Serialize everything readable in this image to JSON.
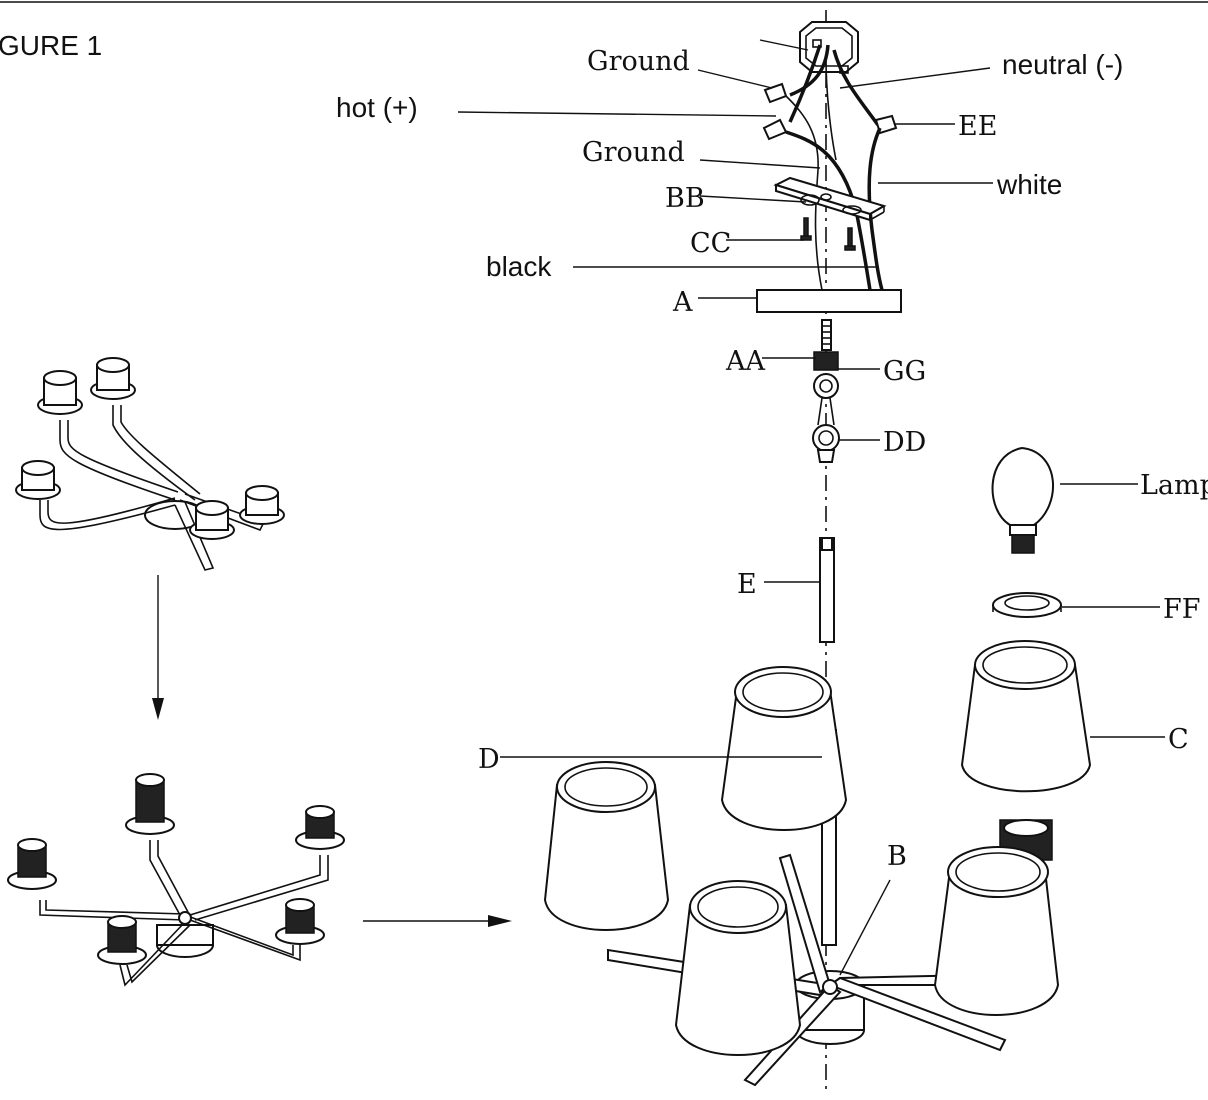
{
  "figure_title": "GURE 1",
  "labels": {
    "ground_top": "Ground",
    "neutral": "neutral (-)",
    "hot": "hot (+)",
    "ee": "EE",
    "ground_mid": "Ground",
    "white": "white",
    "bb": "BB",
    "cc": "CC",
    "black": "black",
    "a": "A",
    "aa": "AA",
    "gg": "GG",
    "dd": "DD",
    "lamp": "Lamp",
    "e": "E",
    "ff": "FF",
    "c": "C",
    "d": "D",
    "b": "B"
  },
  "colors": {
    "line": "#111111",
    "background": "#ffffff"
  }
}
